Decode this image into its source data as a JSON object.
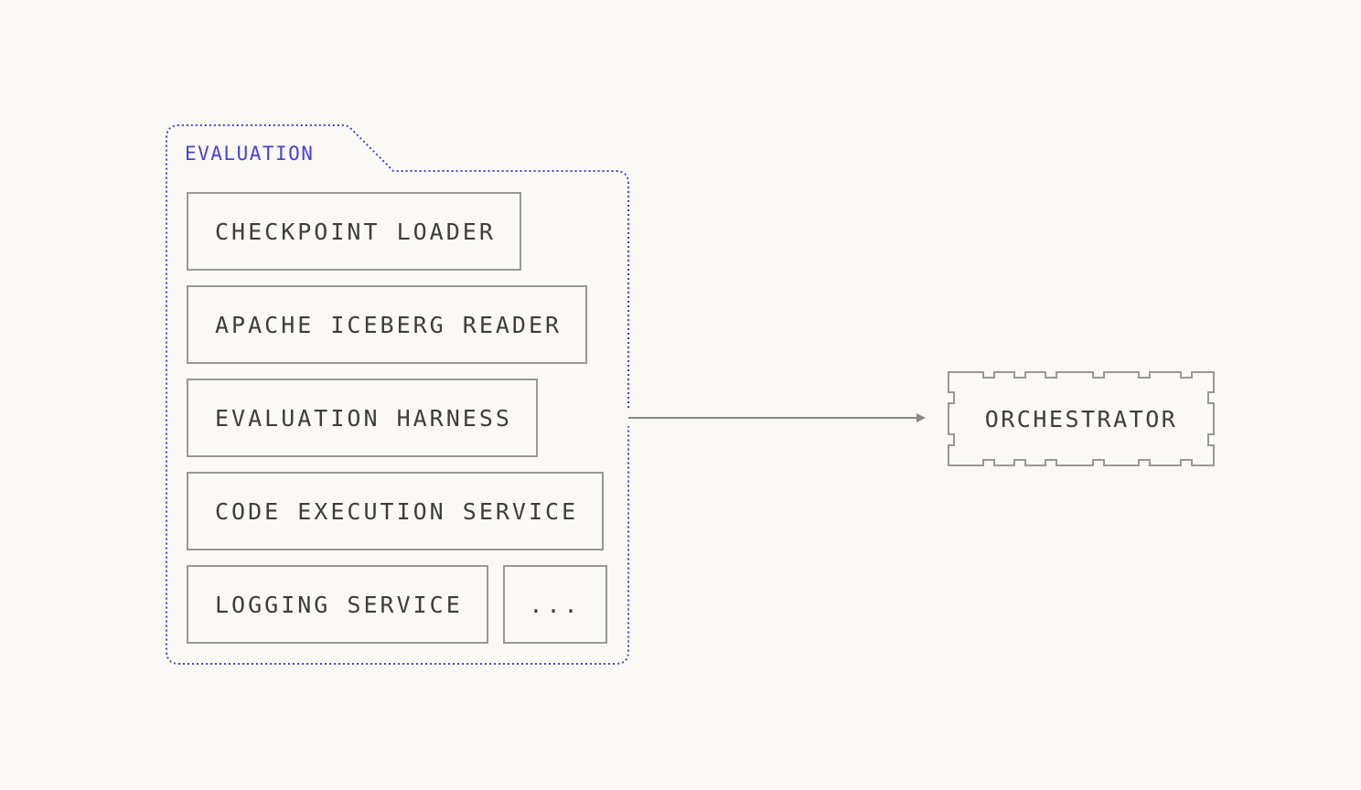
{
  "group": {
    "label": "EVALUATION",
    "components": [
      "CHECKPOINT LOADER",
      "APACHE ICEBERG READER",
      "EVALUATION HARNESS",
      "CODE EXECUTION SERVICE",
      "LOGGING SERVICE",
      "..."
    ]
  },
  "target": {
    "label": "ORCHESTRATOR"
  },
  "colors": {
    "background": "#faf9f6",
    "group_border": "#4a3fd8",
    "box_border": "#9a9893",
    "text": "#3f3d3a",
    "arrow": "#8a8884"
  }
}
